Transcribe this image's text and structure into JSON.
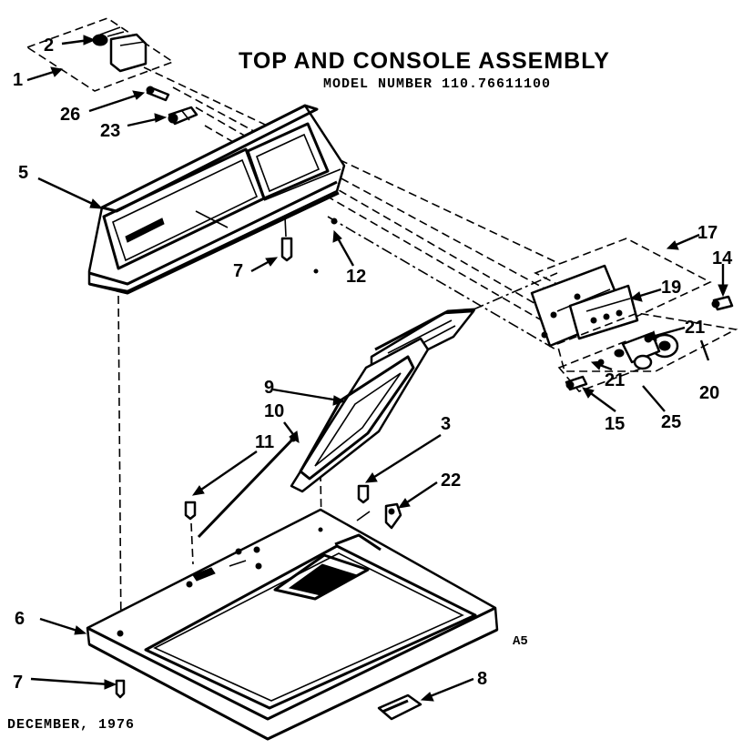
{
  "title": "TOP AND CONSOLE ASSEMBLY",
  "model_number": "MODEL NUMBER 110.76611100",
  "date": "DECEMBER, 1976",
  "page_code": "A5",
  "callouts": [
    "1",
    "2",
    "26",
    "23",
    "5",
    "7",
    "12",
    "17",
    "14",
    "19",
    "21",
    "21",
    "20",
    "25",
    "15",
    "9",
    "10",
    "11",
    "3",
    "22",
    "6",
    "7",
    "8"
  ]
}
